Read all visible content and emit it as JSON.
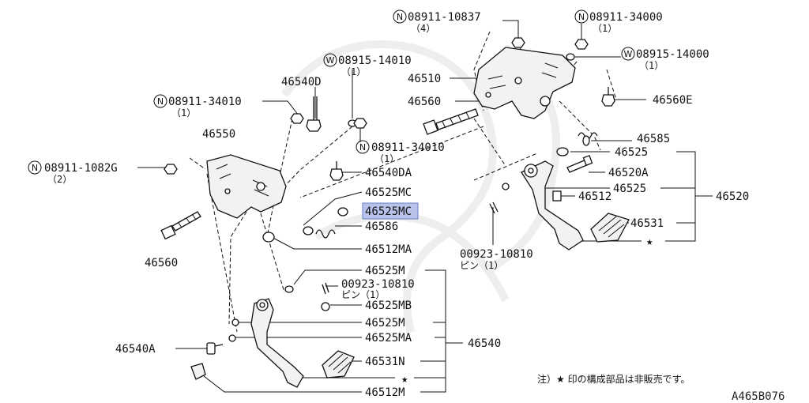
{
  "diagram_code": "A465B076",
  "footnote": "注）★ 印の構成部品は非販売です。",
  "labels": {
    "n_08911_10837": "08911-10837",
    "n_08911_10837_qty": "（4）",
    "n_08911_34000": "08911-34000",
    "n_08911_34000_qty": "（1）",
    "w_08915_14000": "08915-14000",
    "w_08915_14000_qty": "（1）",
    "w_08915_14010": "08915-14010",
    "w_08915_14010_qty": "（1）",
    "p_46540D": "46540D",
    "p_46510": "46510",
    "p_46560_top": "46560",
    "p_46560E": "46560E",
    "n_08911_34010_a": "08911-34010",
    "n_08911_34010_a_qty": "（1）",
    "n_08911_34010_b": "08911-34010",
    "n_08911_34010_b_qty": "（1）",
    "p_46550": "46550",
    "p_46585": "46585",
    "p_46525_a": "46525",
    "n_08911_1082G": "08911-1082G",
    "n_08911_1082G_qty": "（2）",
    "p_46540DA": "46540DA",
    "p_46520A": "46520A",
    "p_46525MC_a": "46525MC",
    "p_46525_b": "46525",
    "p_46512": "46512",
    "p_46520": "46520",
    "p_46525MC_b_prefix": "46525M",
    "p_46525MC_b_suffix": "C",
    "p_46586": "46586",
    "p_46531": "46531",
    "p_46560_left": "46560",
    "p_46512MA": "46512MA",
    "pin_00923_10810_right": "00923-10810",
    "pin_right_sub": "ピン（1）",
    "p_46525M_a": "46525M",
    "pin_00923_10810_center": "00923-10810",
    "pin_center_sub": "ピン（1）",
    "p_46525MB": "46525MB",
    "p_46525M_b": "46525M",
    "p_46540A": "46540A",
    "p_46525MA": "46525MA",
    "p_46540": "46540",
    "p_46531N": "46531N",
    "p_46512M": "46512M"
  },
  "symbols": {
    "nut": "N",
    "washer": "W",
    "star": "★"
  },
  "colors": {
    "highlight": "#b7c3ea",
    "line": "#111111"
  }
}
